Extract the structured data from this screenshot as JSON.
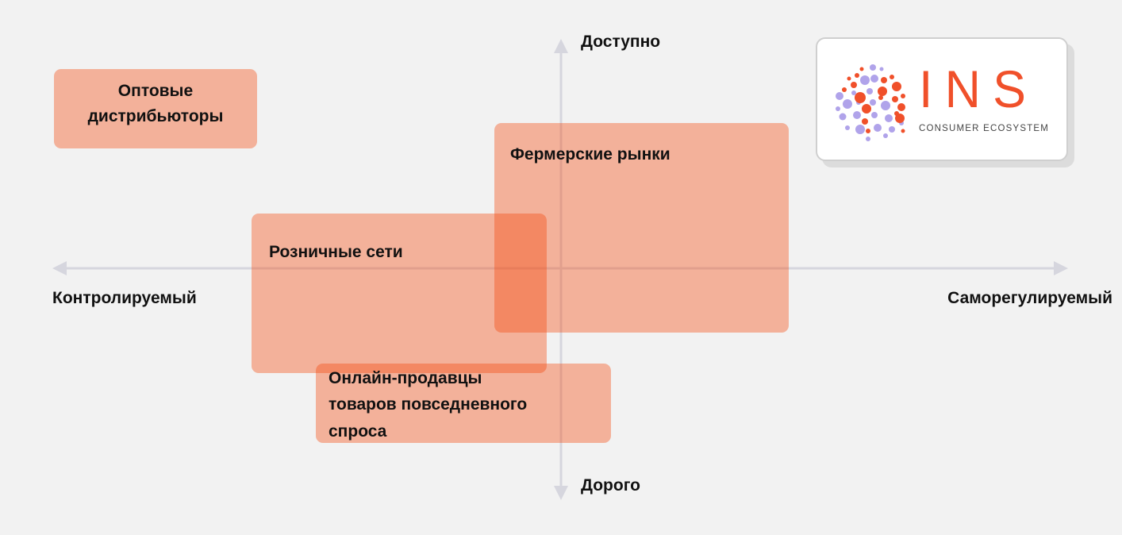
{
  "axes": {
    "top": "Доступно",
    "bottom": "Дорого",
    "left": "Контролируемый",
    "right": "Саморегулируемый"
  },
  "boxes": [
    {
      "id": "wholesale",
      "lines": [
        "Оптовые",
        "дистрибьюторы"
      ]
    },
    {
      "id": "farmers",
      "label": "Фермерские рынки"
    },
    {
      "id": "retail",
      "label": "Розничные сети"
    },
    {
      "id": "online",
      "lines": [
        "Онлайн-продавцы",
        "товаров повседневного",
        "спроса"
      ]
    }
  ],
  "logo": {
    "title": "INS",
    "subtitle": "CONSUMER ECOSYSTEM"
  },
  "colors": {
    "box": "#f2b095",
    "axis": "#d6d6de",
    "logo_orange": "#f0502a",
    "logo_purple": "#b0a3ea"
  }
}
